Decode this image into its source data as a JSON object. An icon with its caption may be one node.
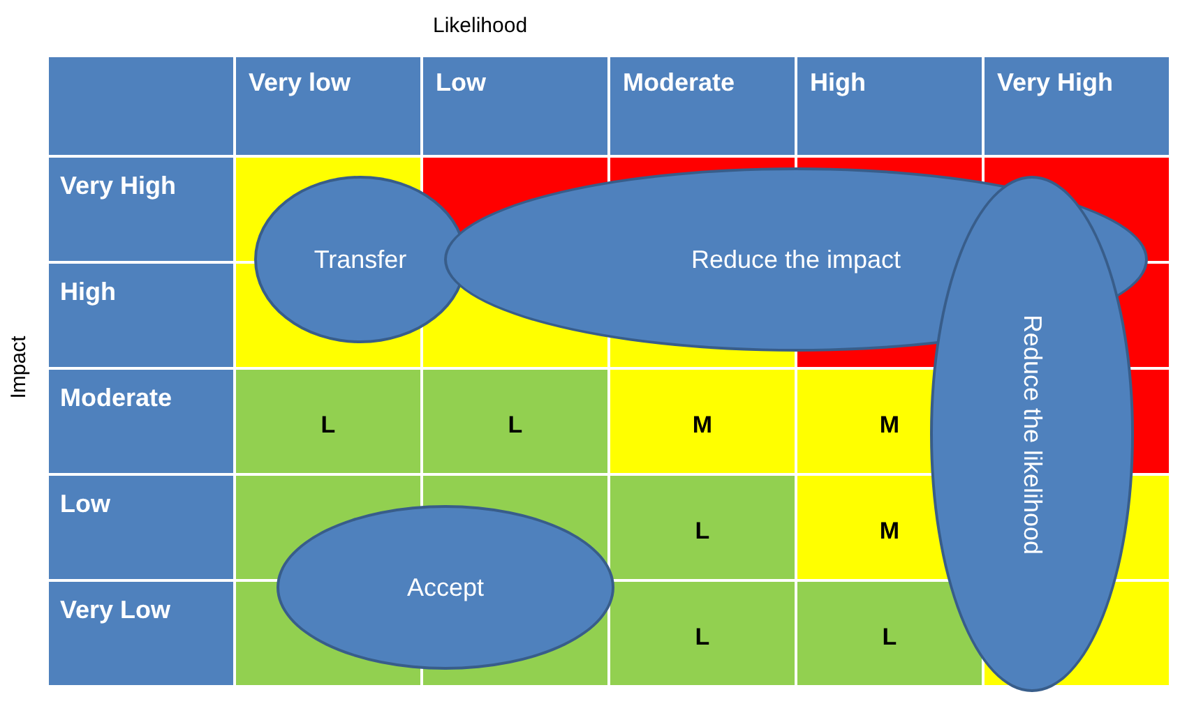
{
  "diagram": {
    "nodes": [
      {
        "text": [
          "Transfer"
        ]
      },
      {
        "text": [
          "Reduce the impact"
        ]
      },
      {
        "text": [
          "Reduce the likelihood"
        ]
      },
      {
        "text": [
          "Accept"
        ]
      }
    ],
    "labels": [
      "Likelihood",
      "Impact",
      "Very low",
      "Low",
      "Moderate",
      "High",
      "Very High",
      "Very High",
      "High",
      "Moderate",
      "L",
      "L",
      "M",
      "M",
      "Low",
      "L",
      "M",
      "Very Low",
      "L",
      "L"
    ]
  }
}
